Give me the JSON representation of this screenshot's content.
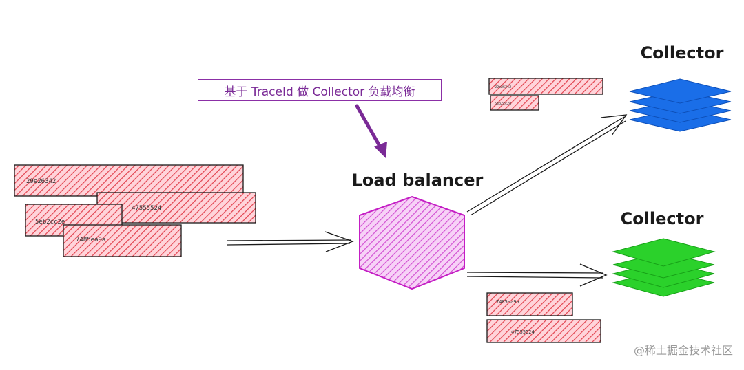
{
  "callout": {
    "text": "基于 TraceId 做 Collector 负载均衡"
  },
  "load_balancer": {
    "label": "Load balancer"
  },
  "collectors": [
    {
      "label": "Collector",
      "color": "#1a6ee8"
    },
    {
      "label": "Collector",
      "color": "#2bd12b"
    }
  ],
  "incoming_spans": [
    "29e26342",
    "47555524",
    "5eb2cc2e",
    "7485ea9a"
  ],
  "top_output_spans": [
    "29e26342",
    "5eb2cc2e"
  ],
  "bottom_output_spans": [
    "7485ea9a",
    "47555524"
  ],
  "colors": {
    "span_fill": "#ff9aa8",
    "span_hatch": "#e2434f",
    "lb_fill": "#f0a8f0",
    "lb_stroke": "#c41ec4",
    "callout_arrow": "#7a2a96",
    "outline": "#1a1a1a"
  },
  "watermark": "@稀土掘金技术社区"
}
